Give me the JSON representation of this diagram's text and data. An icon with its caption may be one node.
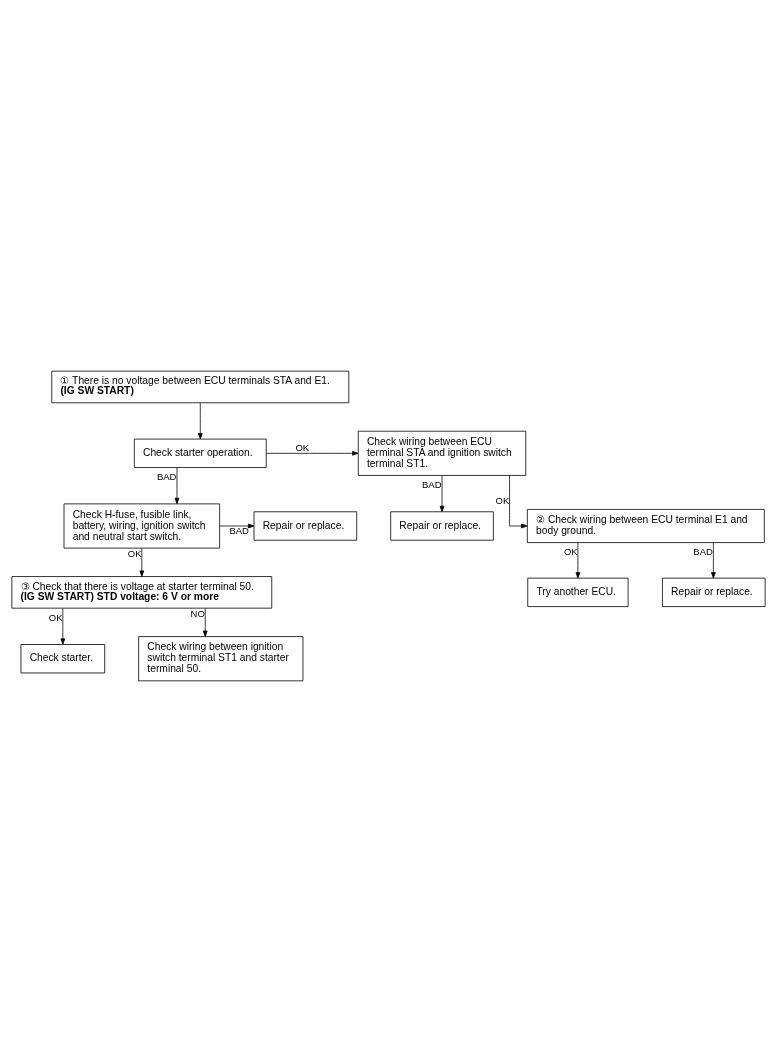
{
  "diagram": {
    "nodes": [
      {
        "text": [
          "① There is no voltage between ECU terminals STA and E1.",
          "(IG SW START)"
        ]
      },
      {
        "text": [
          "Check starter operation."
        ]
      },
      {
        "text": [
          "Check wiring between ECU terminal STA and ignition switch terminal ST1."
        ]
      },
      {
        "text": [
          "Repair or replace."
        ]
      },
      {
        "text": [
          "② Check wiring between ECU terminal E1 and body ground."
        ]
      },
      {
        "text": [
          "Try another ECU."
        ]
      },
      {
        "text": [
          "Repair or replace."
        ]
      },
      {
        "text": [
          "Check H-fuse, fusible link, battery, wiring, ignition switch and neutral start switch."
        ]
      },
      {
        "text": [
          "Repair or replace."
        ]
      },
      {
        "text": [
          "③ Check that there is voltage at starter terminal 50.",
          "(IG SW START) STD voltage: 6 V or more"
        ]
      },
      {
        "text": [
          "Check starter."
        ]
      },
      {
        "text": [
          "Check wiring between ignition switch terminal ST1 and starter terminal 50."
        ]
      }
    ],
    "edges": [
      {
        "from": 0,
        "to": 1,
        "arrow": "to"
      },
      {
        "from": 1,
        "to": 2,
        "arrow": "to",
        "label": "OK"
      },
      {
        "from": 2,
        "to": 3,
        "arrow": "to",
        "label": "BAD"
      },
      {
        "from": 2,
        "to": 4,
        "arrow": "to",
        "label": "OK"
      },
      {
        "from": 4,
        "to": 5,
        "arrow": "to",
        "label": "OK"
      },
      {
        "from": 4,
        "to": 6,
        "arrow": "to",
        "label": "BAD"
      },
      {
        "from": 1,
        "to": 7,
        "arrow": "to",
        "label": "BAD"
      },
      {
        "from": 7,
        "to": 8,
        "arrow": "to",
        "label": "BAD"
      },
      {
        "from": 7,
        "to": 9,
        "arrow": "to",
        "label": "OK"
      },
      {
        "from": 9,
        "to": 10,
        "arrow": "to",
        "label": "OK"
      },
      {
        "from": 9,
        "to": 11,
        "arrow": "to",
        "label": "NO"
      }
    ]
  }
}
